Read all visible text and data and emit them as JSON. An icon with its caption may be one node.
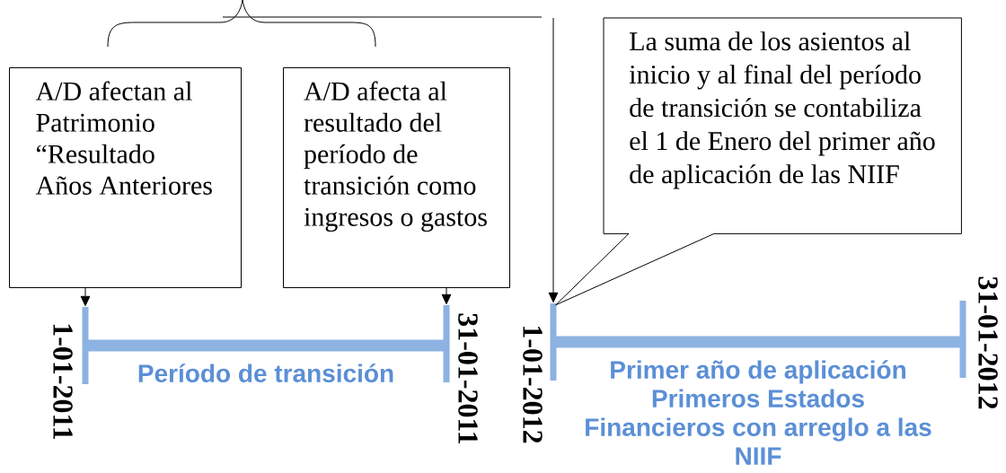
{
  "diagram": {
    "nodes": [
      {
        "text": [
          "A/D afectan al Patrimonio “Resultado Años Anteriores"
        ]
      },
      {
        "text": [
          "A/D afecta al resultado del período de transición como ingresos o gastos"
        ]
      },
      {
        "text": [
          "La suma de los asientos al inicio y al final del período de transición se contabiliza el 1 de Enero del primer año de aplicación de las NIIF"
        ]
      },
      {
        "text": [],
        "shape": "bar",
        "beside": [
          "1-01-2011"
        ]
      },
      {
        "text": [],
        "shape": "bar",
        "beside": [
          "31-01-2011"
        ]
      },
      {
        "text": [],
        "shape": "bar",
        "beside": [
          "1-01-2012"
        ]
      },
      {
        "text": [],
        "shape": "bar",
        "beside": [
          "31-01-2012"
        ]
      }
    ],
    "edges": [
      {
        "from": 0,
        "to": 3,
        "arrow": "to"
      },
      {
        "from": 1,
        "to": 4,
        "arrow": "to"
      },
      {
        "from": null,
        "to": 5,
        "arrow": "to"
      },
      {
        "from": 2,
        "to": 5,
        "arrow": "none"
      },
      {
        "from": 3,
        "to": 4,
        "arrow": "none",
        "style": "thick",
        "color": "#8db3e2",
        "label": "Período de transición"
      },
      {
        "from": 5,
        "to": 6,
        "arrow": "none",
        "style": "thick",
        "color": "#8db3e2",
        "label": "Primer año de aplicación Primeros Estados Financieros con arreglo a las NIIF"
      }
    ]
  }
}
